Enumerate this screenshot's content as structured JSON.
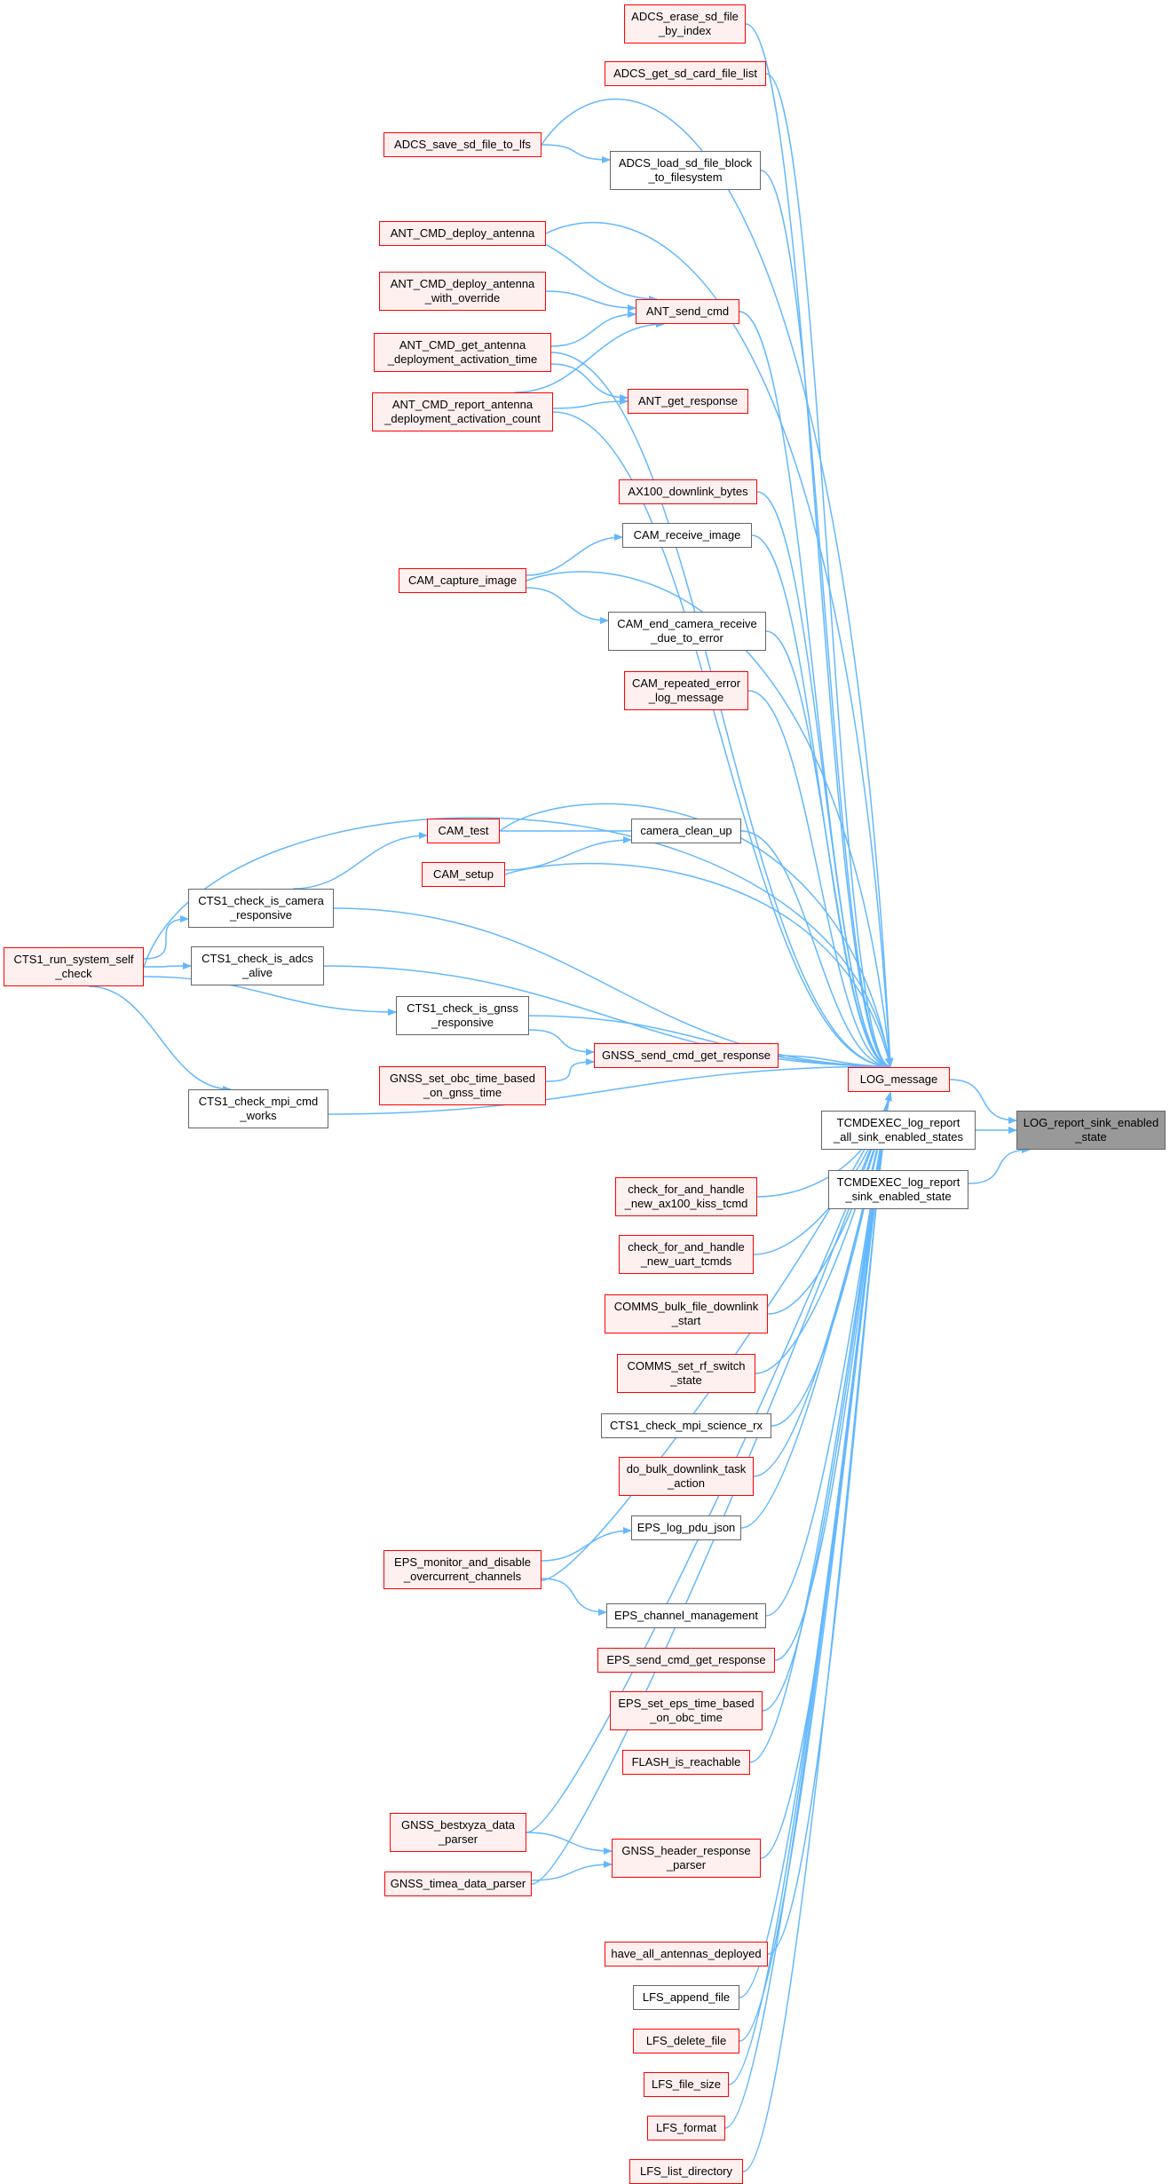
{
  "colors": {
    "edge": "#63b8ff",
    "red_border": "#ff0000",
    "red_fill": "#fff0f0",
    "gray_border": "#666666",
    "root_fill": "#999999"
  },
  "nodes": {
    "n0": "ADCS_erase_sd_file\n_by_index",
    "n1": "ADCS_get_sd_card_file_list",
    "n2": "ADCS_save_sd_file_to_lfs",
    "n3": "ADCS_load_sd_file_block\n_to_filesystem",
    "n4": "ANT_CMD_deploy_antenna",
    "n5": "ANT_CMD_deploy_antenna\n_with_override",
    "n6": "ANT_send_cmd",
    "n7": "ANT_CMD_get_antenna\n_deployment_activation_time",
    "n8": "ANT_CMD_report_antenna\n_deployment_activation_count",
    "n9": "ANT_get_response",
    "n10": "AX100_downlink_bytes",
    "n11": "CAM_receive_image",
    "n12": "CAM_capture_image",
    "n13": "CAM_end_camera_receive\n_due_to_error",
    "n14": "CAM_repeated_error\n_log_message",
    "n15": "CAM_test",
    "n16": "camera_clean_up",
    "n17": "CAM_setup",
    "n18": "CTS1_check_is_camera\n_responsive",
    "n19": "CTS1_run_system_self\n_check",
    "n20": "CTS1_check_is_adcs\n_alive",
    "n21": "CTS1_check_is_gnss\n_responsive",
    "n22": "GNSS_send_cmd_get_response",
    "n23": "GNSS_set_obc_time_based\n_on_gnss_time",
    "n24": "LOG_message",
    "n25": "CTS1_check_mpi_cmd\n_works",
    "n26": "TCMDEXEC_log_report\n_all_sink_enabled_states",
    "n27": "LOG_report_sink_enabled\n_state",
    "n28": "TCMDEXEC_log_report\n_sink_enabled_state",
    "n29": "check_for_and_handle\n_new_ax100_kiss_tcmd",
    "n30": "check_for_and_handle\n_new_uart_tcmds",
    "n31": "COMMS_bulk_file_downlink\n_start",
    "n32": "COMMS_set_rf_switch\n_state",
    "n33": "CTS1_check_mpi_science_rx",
    "n34": "do_bulk_downlink_task\n_action",
    "n35": "EPS_log_pdu_json",
    "n36": "EPS_monitor_and_disable\n_overcurrent_channels",
    "n37": "EPS_channel_management",
    "n38": "EPS_send_cmd_get_response",
    "n39": "EPS_set_eps_time_based\n_on_obc_time",
    "n40": "FLASH_is_reachable",
    "n41": "GNSS_bestxyza_data\n_parser",
    "n42": "GNSS_header_response\n_parser",
    "n43": "GNSS_timea_data_parser",
    "n44": "have_all_antennas_deployed",
    "n45": "LFS_append_file",
    "n46": "LFS_delete_file",
    "n47": "LFS_file_size",
    "n48": "LFS_format",
    "n49": "LFS_list_directory"
  }
}
